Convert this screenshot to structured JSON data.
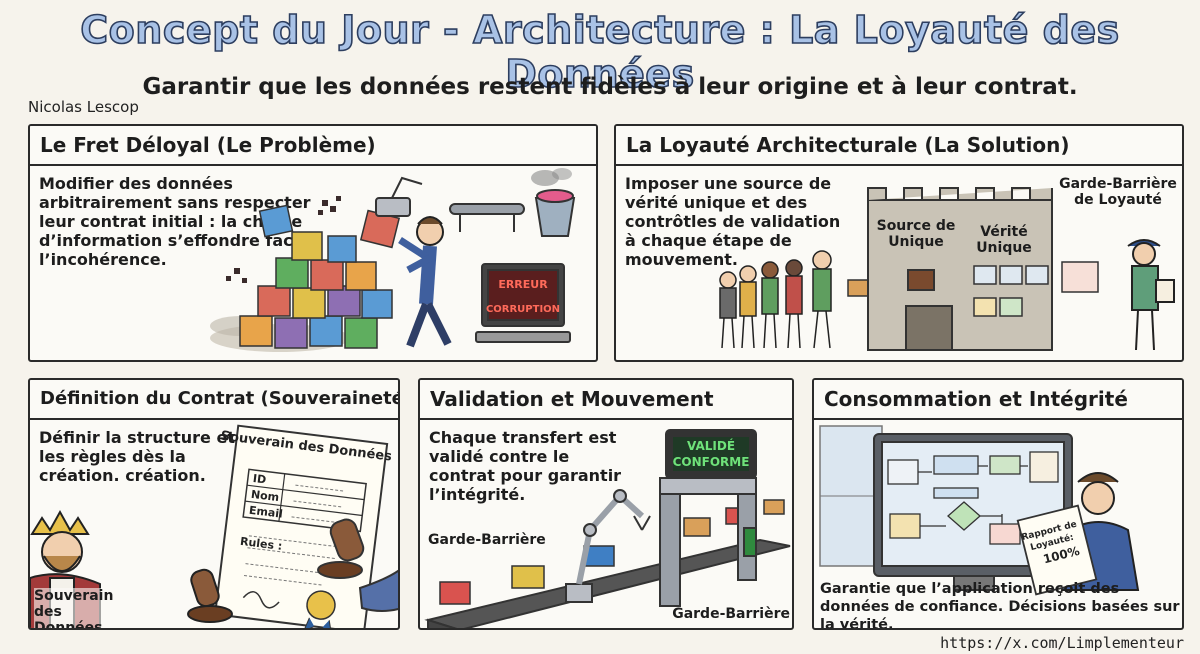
{
  "header": {
    "title": "Concept du Jour - Architecture : La Loyauté des Données",
    "subtitle": "Garantir que les données restent fidèles à leur origine et à leur contrat.",
    "author": "Nicolas Lescop"
  },
  "footer": {
    "url": "https://x.com/Limplementeur"
  },
  "panels": {
    "problem": {
      "title": "Le Fret Déloyal (Le Problème)",
      "text": "Modifier des données arbitrairement sans respecter leur contrat initial : la chaîne d’information s’effondre face à l’incohérence.",
      "screen_line1": "ERREUR",
      "screen_line2": "CORRUPTION"
    },
    "solution": {
      "title": "La Loyauté Architecturale (La Solution)",
      "text": "Imposer une source de vérité unique et des contrôtles de validation à chaque étape de mouvement.",
      "label_source": "Source de Unique",
      "label_verite": "Vérité Unique",
      "label_guard": "Garde-Barrière de Loyauté"
    },
    "contract": {
      "title": "Définition du Contrat (Souveraineté)",
      "text": "Définir la structure et les règles dès la création. création.",
      "doc_title": "Souverain des Données",
      "field_id": "ID",
      "field_nom": "Nom",
      "field_email": "Email",
      "rules_label": "Rules :",
      "label_king": "Souverain des Données"
    },
    "validation": {
      "title": "Validation et Mouvement",
      "text": "Chaque transfert est validé contre le contrat pour garantir l’intégrité.",
      "screen_line1": "VALIDÉ",
      "screen_line2": "CONFORME",
      "label_guard_left": "Garde-Barrière",
      "label_guard_right": "Garde-Barrière"
    },
    "consumption": {
      "title": "Consommation et Intégrité",
      "text": "Garantie que l’application reçoit des données de confiance. Décisions basées sur la vérité.",
      "report_line1": "Rapport de",
      "report_line2": "Loyauté:",
      "report_value": "100%"
    }
  },
  "colors": {
    "title_fill": "#a9c2e6",
    "title_stroke": "#2d3e5f",
    "panel_border": "#2a2a2a",
    "error_red": "#c0392b",
    "valid_green": "#2f8a3e"
  }
}
